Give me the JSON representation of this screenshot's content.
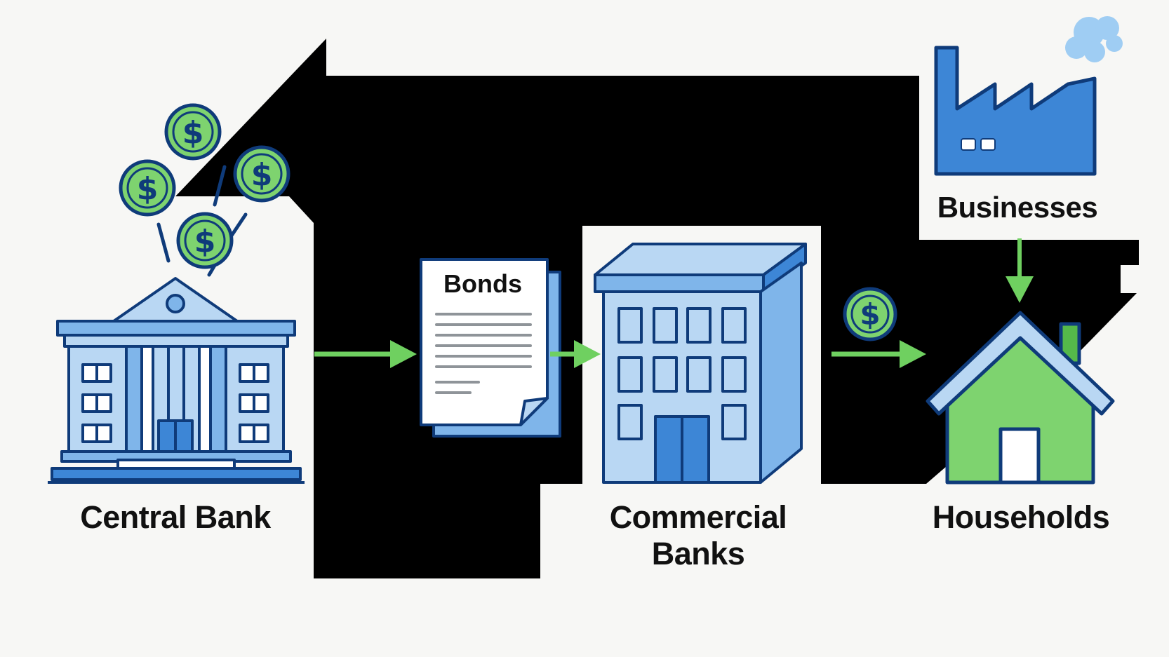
{
  "labels": {
    "central_bank": "Central Bank",
    "bonds": "Bonds",
    "commercial_banks_line1": "Commercial",
    "commercial_banks_line2": "Banks",
    "businesses": "Businesses",
    "households": "Households"
  },
  "icons": {
    "coin_symbol": "$",
    "central_bank": "bank-building-icon",
    "bonds": "document-icon",
    "commercial_banks": "office-building-icon",
    "businesses": "factory-icon",
    "households": "house-icon",
    "money": "dollar-coin-icon"
  },
  "colors": {
    "outline": "#0f3b7a",
    "blue_light": "#b9d7f3",
    "blue_mid": "#7fb5ea",
    "blue_dark": "#3d86d6",
    "green": "#7ed36f",
    "green_dark": "#55b94a",
    "arrow": "#6fd060",
    "black_band": "#000000"
  }
}
